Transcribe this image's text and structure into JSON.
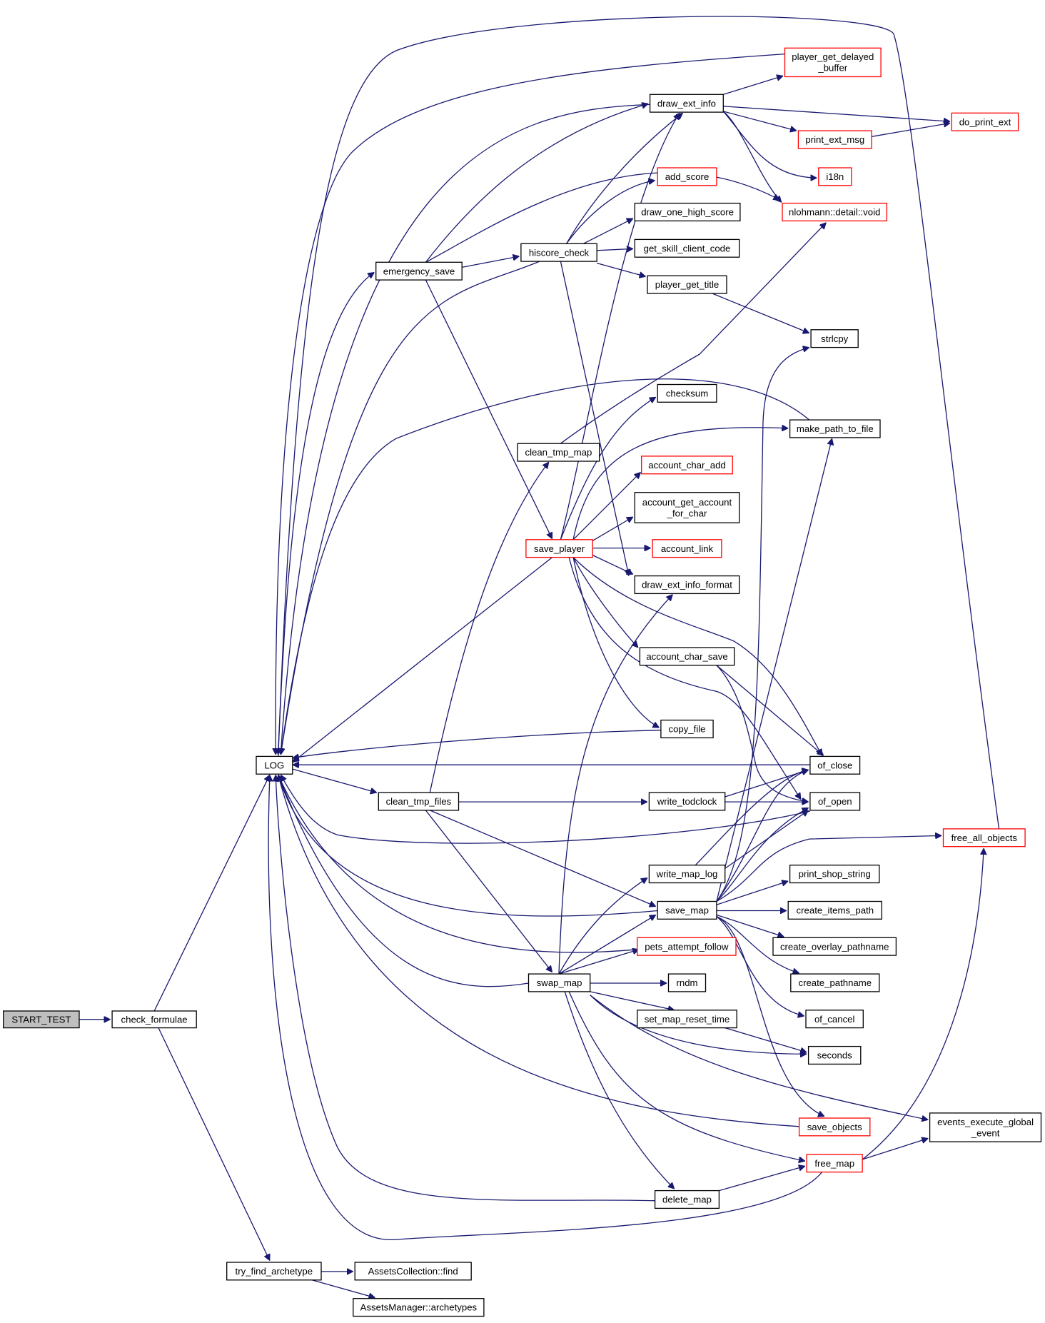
{
  "colors": {
    "edge": "#191970",
    "node_border": "#000000",
    "truncated_border": "#ff0000",
    "root_fill": "#bfbfbf",
    "background": "#ffffff"
  },
  "nodes": [
    {
      "id": "start_test",
      "lines": [
        "START_TEST"
      ],
      "style": "root"
    },
    {
      "id": "check_formulae",
      "lines": [
        "check_formulae"
      ]
    },
    {
      "id": "log",
      "lines": [
        "LOG"
      ]
    },
    {
      "id": "try_find_archetype",
      "lines": [
        "try_find_archetype"
      ]
    },
    {
      "id": "assets_collection_find",
      "lines": [
        "AssetsCollection::find"
      ]
    },
    {
      "id": "assets_manager_archetypes",
      "lines": [
        "AssetsManager::archetypes"
      ]
    },
    {
      "id": "emergency_save",
      "lines": [
        "emergency_save"
      ]
    },
    {
      "id": "clean_tmp_files",
      "lines": [
        "clean_tmp_files"
      ]
    },
    {
      "id": "hiscore_check",
      "lines": [
        "hiscore_check"
      ]
    },
    {
      "id": "clean_tmp_map",
      "lines": [
        "clean_tmp_map"
      ]
    },
    {
      "id": "save_player",
      "lines": [
        "save_player"
      ],
      "style": "red"
    },
    {
      "id": "swap_map",
      "lines": [
        "swap_map"
      ]
    },
    {
      "id": "draw_ext_info",
      "lines": [
        "draw_ext_info"
      ]
    },
    {
      "id": "add_score",
      "lines": [
        "add_score"
      ],
      "style": "red"
    },
    {
      "id": "draw_one_high_score",
      "lines": [
        "draw_one_high_score"
      ]
    },
    {
      "id": "get_skill_client_code",
      "lines": [
        "get_skill_client_code"
      ]
    },
    {
      "id": "player_get_title",
      "lines": [
        "player_get_title"
      ]
    },
    {
      "id": "checksum",
      "lines": [
        "checksum"
      ]
    },
    {
      "id": "account_char_add",
      "lines": [
        "account_char_add"
      ],
      "style": "red"
    },
    {
      "id": "account_get_account_for_char",
      "lines": [
        "account_get_account",
        "_for_char"
      ]
    },
    {
      "id": "account_link",
      "lines": [
        "account_link"
      ],
      "style": "red"
    },
    {
      "id": "draw_ext_info_format",
      "lines": [
        "draw_ext_info_format"
      ]
    },
    {
      "id": "account_char_save",
      "lines": [
        "account_char_save"
      ]
    },
    {
      "id": "copy_file",
      "lines": [
        "copy_file"
      ]
    },
    {
      "id": "write_todclock",
      "lines": [
        "write_todclock"
      ]
    },
    {
      "id": "write_map_log",
      "lines": [
        "write_map_log"
      ]
    },
    {
      "id": "save_map",
      "lines": [
        "save_map"
      ]
    },
    {
      "id": "pets_attempt_follow",
      "lines": [
        "pets_attempt_follow"
      ],
      "style": "red"
    },
    {
      "id": "rndm",
      "lines": [
        "rndm"
      ]
    },
    {
      "id": "set_map_reset_time",
      "lines": [
        "set_map_reset_time"
      ]
    },
    {
      "id": "delete_map",
      "lines": [
        "delete_map"
      ]
    },
    {
      "id": "player_get_delayed_buffer",
      "lines": [
        "player_get_delayed",
        "_buffer"
      ],
      "style": "red"
    },
    {
      "id": "do_print_ext",
      "lines": [
        "do_print_ext"
      ],
      "style": "red"
    },
    {
      "id": "print_ext_msg",
      "lines": [
        "print_ext_msg"
      ],
      "style": "red"
    },
    {
      "id": "i18n",
      "lines": [
        "i18n"
      ],
      "style": "red"
    },
    {
      "id": "nlohmann_void",
      "lines": [
        "nlohmann::detail::void"
      ],
      "style": "red"
    },
    {
      "id": "strlcpy",
      "lines": [
        "strlcpy"
      ]
    },
    {
      "id": "make_path_to_file",
      "lines": [
        "make_path_to_file"
      ]
    },
    {
      "id": "of_close",
      "lines": [
        "of_close"
      ]
    },
    {
      "id": "of_open",
      "lines": [
        "of_open"
      ]
    },
    {
      "id": "free_all_objects",
      "lines": [
        "free_all_objects"
      ],
      "style": "red"
    },
    {
      "id": "print_shop_string",
      "lines": [
        "print_shop_string"
      ]
    },
    {
      "id": "create_items_path",
      "lines": [
        "create_items_path"
      ]
    },
    {
      "id": "create_overlay_pathname",
      "lines": [
        "create_overlay_pathname"
      ]
    },
    {
      "id": "create_pathname",
      "lines": [
        "create_pathname"
      ]
    },
    {
      "id": "of_cancel",
      "lines": [
        "of_cancel"
      ]
    },
    {
      "id": "seconds",
      "lines": [
        "seconds"
      ]
    },
    {
      "id": "save_objects",
      "lines": [
        "save_objects"
      ],
      "style": "red"
    },
    {
      "id": "events_execute_global_event",
      "lines": [
        "events_execute_global",
        "_event"
      ]
    },
    {
      "id": "free_map",
      "lines": [
        "free_map"
      ],
      "style": "red"
    }
  ],
  "edges": [
    {
      "from": "start_test",
      "to": "check_formulae"
    },
    {
      "from": "check_formulae",
      "to": "log"
    },
    {
      "from": "check_formulae",
      "to": "try_find_archetype"
    },
    {
      "from": "try_find_archetype",
      "to": "assets_collection_find"
    },
    {
      "from": "try_find_archetype",
      "to": "assets_manager_archetypes"
    },
    {
      "from": "log",
      "to": "emergency_save"
    },
    {
      "from": "log",
      "to": "clean_tmp_files"
    },
    {
      "from": "emergency_save",
      "to": "hiscore_check"
    },
    {
      "from": "emergency_save",
      "to": "save_player"
    },
    {
      "from": "emergency_save",
      "to": "draw_ext_info"
    },
    {
      "from": "emergency_save",
      "to": "nlohmann_void"
    },
    {
      "from": "hiscore_check",
      "to": "log"
    },
    {
      "from": "hiscore_check",
      "to": "draw_ext_info"
    },
    {
      "from": "hiscore_check",
      "to": "add_score"
    },
    {
      "from": "hiscore_check",
      "to": "draw_one_high_score"
    },
    {
      "from": "hiscore_check",
      "to": "get_skill_client_code"
    },
    {
      "from": "hiscore_check",
      "to": "player_get_title"
    },
    {
      "from": "hiscore_check",
      "to": "draw_ext_info_format"
    },
    {
      "from": "draw_ext_info",
      "to": "log"
    },
    {
      "from": "draw_ext_info",
      "to": "player_get_delayed_buffer"
    },
    {
      "from": "draw_ext_info",
      "to": "do_print_ext"
    },
    {
      "from": "draw_ext_info",
      "to": "print_ext_msg"
    },
    {
      "from": "draw_ext_info",
      "to": "i18n"
    },
    {
      "from": "draw_ext_info",
      "to": "nlohmann_void"
    },
    {
      "from": "print_ext_msg",
      "to": "do_print_ext"
    },
    {
      "from": "player_get_delayed_buffer",
      "to": "log"
    },
    {
      "from": "player_get_title",
      "to": "strlcpy"
    },
    {
      "from": "clean_tmp_map",
      "to": "nlohmann_void"
    },
    {
      "from": "clean_tmp_files",
      "to": "clean_tmp_map"
    },
    {
      "from": "clean_tmp_files",
      "to": "write_todclock"
    },
    {
      "from": "clean_tmp_files",
      "to": "save_map"
    },
    {
      "from": "clean_tmp_files",
      "to": "swap_map"
    },
    {
      "from": "save_player",
      "to": "log"
    },
    {
      "from": "save_player",
      "to": "draw_ext_info"
    },
    {
      "from": "save_player",
      "to": "checksum"
    },
    {
      "from": "save_player",
      "to": "make_path_to_file"
    },
    {
      "from": "save_player",
      "to": "account_char_add"
    },
    {
      "from": "save_player",
      "to": "account_get_account_for_char"
    },
    {
      "from": "save_player",
      "to": "account_link"
    },
    {
      "from": "save_player",
      "to": "draw_ext_info_format"
    },
    {
      "from": "save_player",
      "to": "account_char_save"
    },
    {
      "from": "save_player",
      "to": "copy_file"
    },
    {
      "from": "save_player",
      "to": "of_close"
    },
    {
      "from": "save_player",
      "to": "of_open"
    },
    {
      "from": "make_path_to_file",
      "to": "log"
    },
    {
      "from": "copy_file",
      "to": "log"
    },
    {
      "from": "account_char_save",
      "to": "of_close"
    },
    {
      "from": "account_char_save",
      "to": "of_open"
    },
    {
      "from": "of_close",
      "to": "log"
    },
    {
      "from": "of_open",
      "to": "log"
    },
    {
      "from": "write_todclock",
      "to": "of_close"
    },
    {
      "from": "write_todclock",
      "to": "of_open"
    },
    {
      "from": "write_map_log",
      "to": "of_close"
    },
    {
      "from": "write_map_log",
      "to": "of_open"
    },
    {
      "from": "save_map",
      "to": "log"
    },
    {
      "from": "save_map",
      "to": "strlcpy"
    },
    {
      "from": "save_map",
      "to": "make_path_to_file"
    },
    {
      "from": "save_map",
      "to": "of_close"
    },
    {
      "from": "save_map",
      "to": "of_open"
    },
    {
      "from": "save_map",
      "to": "free_all_objects"
    },
    {
      "from": "save_map",
      "to": "print_shop_string"
    },
    {
      "from": "save_map",
      "to": "create_items_path"
    },
    {
      "from": "save_map",
      "to": "create_overlay_pathname"
    },
    {
      "from": "save_map",
      "to": "create_pathname"
    },
    {
      "from": "save_map",
      "to": "of_cancel"
    },
    {
      "from": "save_map",
      "to": "save_objects"
    },
    {
      "from": "free_all_objects",
      "to": "log"
    },
    {
      "from": "pets_attempt_follow",
      "to": "log"
    },
    {
      "from": "save_objects",
      "to": "log"
    },
    {
      "from": "swap_map",
      "to": "log"
    },
    {
      "from": "swap_map",
      "to": "draw_ext_info_format"
    },
    {
      "from": "swap_map",
      "to": "write_map_log"
    },
    {
      "from": "swap_map",
      "to": "save_map"
    },
    {
      "from": "swap_map",
      "to": "pets_attempt_follow"
    },
    {
      "from": "swap_map",
      "to": "rndm"
    },
    {
      "from": "swap_map",
      "to": "set_map_reset_time"
    },
    {
      "from": "swap_map",
      "to": "seconds"
    },
    {
      "from": "swap_map",
      "to": "events_execute_global_event"
    },
    {
      "from": "swap_map",
      "to": "free_map"
    },
    {
      "from": "swap_map",
      "to": "delete_map"
    },
    {
      "from": "set_map_reset_time",
      "to": "seconds"
    },
    {
      "from": "delete_map",
      "to": "log"
    },
    {
      "from": "delete_map",
      "to": "free_map"
    },
    {
      "from": "free_map",
      "to": "log"
    },
    {
      "from": "free_map",
      "to": "free_all_objects"
    },
    {
      "from": "free_map",
      "to": "events_execute_global_event"
    }
  ]
}
